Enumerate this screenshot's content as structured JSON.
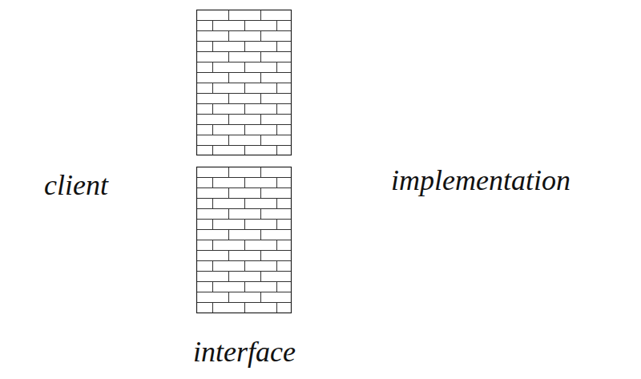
{
  "diagram": {
    "labels": [
      "client",
      "implementation",
      "interface"
    ]
  }
}
